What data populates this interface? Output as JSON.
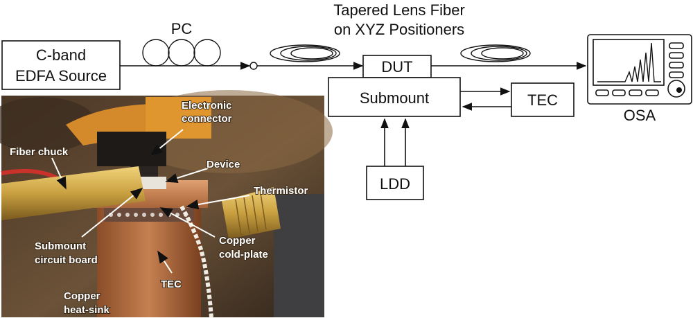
{
  "labels": {
    "source": [
      "C-band",
      "EDFA Source"
    ],
    "pc": "PC",
    "fiber": [
      "Tapered Lens Fiber",
      "on XYZ Positioners"
    ],
    "dut": "DUT",
    "submount": "Submount",
    "tec": "TEC",
    "ldd": "LDD",
    "osa": "OSA"
  },
  "photo_labels": {
    "electronic_connector": [
      "Electronic",
      "connector"
    ],
    "fiber_chuck": "Fiber chuck",
    "device": "Device",
    "thermistor": "Thermistor",
    "submount_board": [
      "Submount",
      "circuit board"
    ],
    "cold_plate": [
      "Copper",
      "cold-plate"
    ],
    "tec": "TEC",
    "heat_sink": [
      "Copper",
      "heat-sink"
    ]
  },
  "colors": {
    "line": "#111111",
    "photo_bg": "#5a4530",
    "copper": "#c07a45",
    "brass": "#c9a040",
    "callout": "#ffffff"
  }
}
